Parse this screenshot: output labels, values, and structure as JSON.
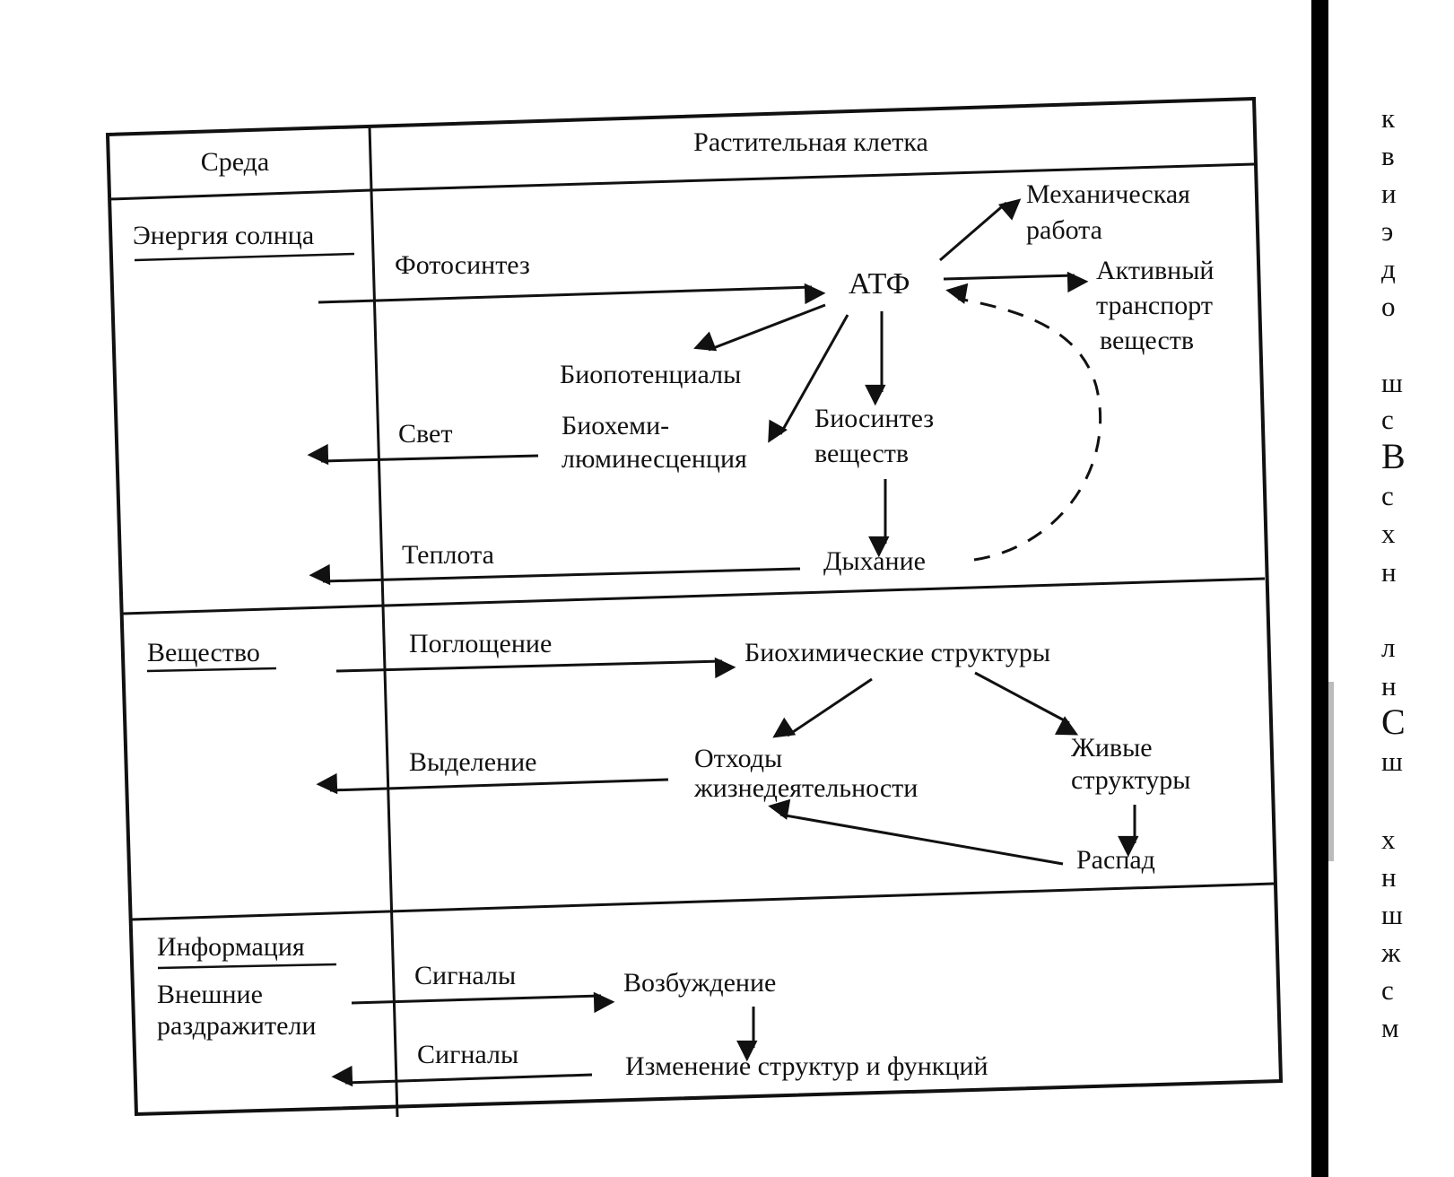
{
  "table": {
    "header_left": "Среда",
    "header_right": "Растительная клетка"
  },
  "energy": {
    "heading": "Энергия солнца",
    "photosynthesis": "Фотосинтез",
    "atp": "АТФ",
    "mech_work": [
      "Механическая",
      "работа"
    ],
    "active_transport": [
      "Активный",
      "транспорт",
      "веществ"
    ],
    "biopotentials": "Биопотенциалы",
    "light": "Свет",
    "biochemilum": [
      "Биохеми-",
      "люминесценция"
    ],
    "biosynthesis": [
      "Биосинтез",
      "веществ"
    ],
    "heat": "Теплота",
    "respiration": "Дыхание"
  },
  "matter": {
    "heading": "Вещество",
    "absorption": "Поглощение",
    "biochem_structures": "Биохимические структуры",
    "excretion": "Выделение",
    "waste": [
      "Отходы",
      "жизнедеятельности"
    ],
    "living": [
      "Живые",
      "структуры"
    ],
    "decay": "Распад"
  },
  "information": {
    "heading": "Информация",
    "stimuli": [
      "Внешние",
      "раздражители"
    ],
    "signals_in": "Сигналы",
    "excitation": "Возбуждение",
    "signals_out": "Сигналы",
    "change": "Изменение структур и функций"
  },
  "side_text": [
    "к",
    "в",
    "и",
    "э",
    "д",
    "о",
    "ш",
    "с",
    "В",
    "с",
    "х",
    "н",
    "л",
    "н",
    "С",
    "ш",
    "х",
    "н",
    "ш",
    "ж",
    "с",
    "м"
  ]
}
